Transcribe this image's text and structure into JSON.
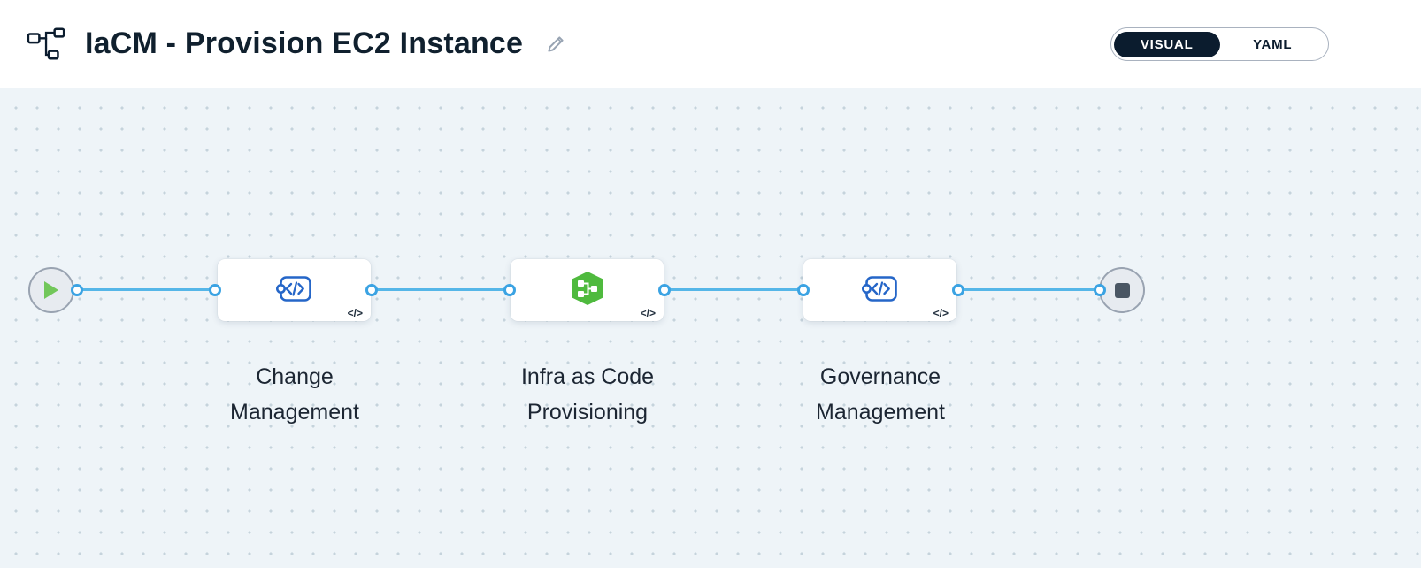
{
  "header": {
    "title": "IaCM - Provision EC2 Instance",
    "icons": {
      "left": "pipeline-icon",
      "edit": "pencil-icon"
    },
    "toggle": {
      "visual_label": "VISUAL",
      "yaml_label": "YAML",
      "selected": "VISUAL"
    }
  },
  "canvas": {
    "start_node": {
      "icon": "play-icon"
    },
    "end_node": {
      "icon": "stop-icon"
    },
    "stages": [
      {
        "name": "Change Management",
        "icon": "custom-stage-icon",
        "badge": "</>"
      },
      {
        "name": "Infra as Code Provisioning",
        "icon": "infra-as-code-icon",
        "badge": "</>"
      },
      {
        "name": "Governance Management",
        "icon": "custom-stage-icon",
        "badge": "</>"
      }
    ]
  },
  "colors": {
    "connector_blue": "#55B6E8",
    "port_border_blue": "#3BA3E3",
    "stage_icon_blue": "#2566C8",
    "iacm_green": "#4FBA3E",
    "toggle_dark": "#0B1C2E",
    "play_green": "#72C75A",
    "stop_gray": "#4A5663",
    "canvas_bg": "#EEF4F8"
  }
}
